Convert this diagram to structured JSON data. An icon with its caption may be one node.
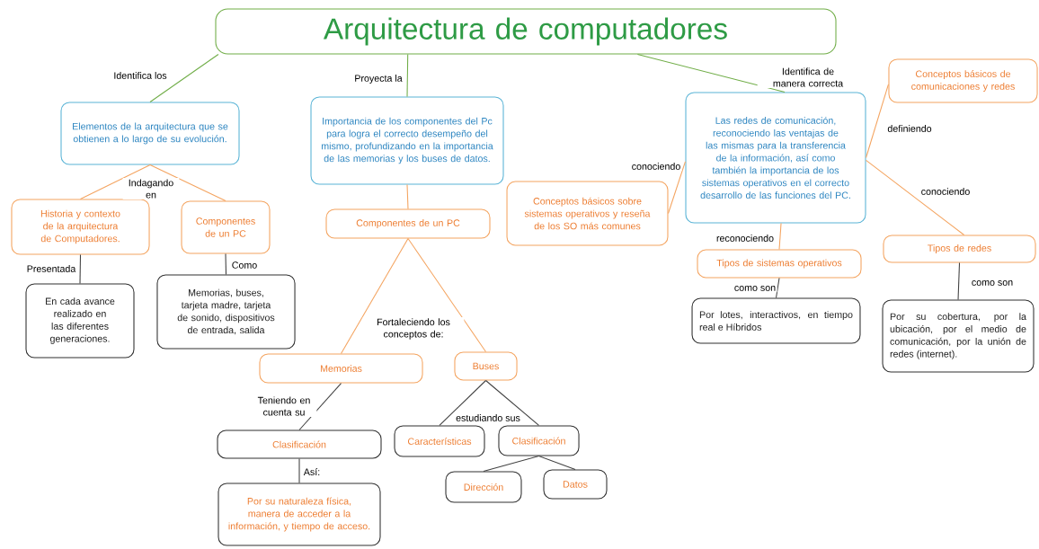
{
  "diagram": {
    "nodes": [
      {
        "text": [
          "Arquitectura de computadores"
        ]
      },
      {
        "text": [
          "Elementos de la arquitectura que se obtienen a lo largo de su evolución."
        ]
      },
      {
        "text": [
          "Importancia de los componentes del Pc para logra el correcto desempeño del mismo, profundizando en la importancia de las memorias y los buses de datos."
        ]
      },
      {
        "text": [
          "Las redes de comunicación, reconociendo las ventajas de las mismas para la transferencia de la información, así como también la importancia de los sistemas operativos en el correcto desarrollo de las funciones del PC."
        ]
      },
      {
        "text": [
          "Conceptos básicos de comunicaciones y redes"
        ]
      },
      {
        "text": [
          "Historia y contexto de la arquitectura de Computadores."
        ]
      },
      {
        "text": [
          "Componentes de un PC"
        ]
      },
      {
        "text": [
          "Componentes de un PC"
        ]
      },
      {
        "text": [
          "Conceptos básicos sobre sistemas operativos y reseña de los SO más comunes"
        ]
      },
      {
        "text": [
          "Tipos de sistemas operativos"
        ]
      },
      {
        "text": [
          "Tipos de redes"
        ]
      },
      {
        "text": [
          "En cada avance realizado en las diferentes generaciones."
        ]
      },
      {
        "text": [
          "Memorias, buses, tarjeta madre, tarjeta de sonido, dispositivos de entrada, salida"
        ]
      },
      {
        "text": [
          "Por lotes, interactivos, en tiempo real e Híbridos"
        ]
      },
      {
        "text": [
          "Por su cobertura, por la ubicación, por el medio de comunicación, por la unión de redes (internet)."
        ]
      },
      {
        "text": [
          "Memorias"
        ]
      },
      {
        "text": [
          "Buses"
        ]
      },
      {
        "text": [
          "Clasificación"
        ]
      },
      {
        "text": [
          "Características"
        ]
      },
      {
        "text": [
          "Clasificación"
        ]
      },
      {
        "text": [
          "Por su naturaleza física, manera de acceder a la información, y tiempo de acceso."
        ]
      },
      {
        "text": [
          "Dirección"
        ]
      },
      {
        "text": [
          "Datos"
        ]
      }
    ],
    "edges": [
      {
        "from": 0,
        "to": 1,
        "arrow": "none",
        "label": "Identifica los",
        "color": "#70ad47"
      },
      {
        "from": 0,
        "to": 2,
        "arrow": "none",
        "label": "Proyecta la",
        "color": "#70ad47"
      },
      {
        "from": 0,
        "to": 3,
        "arrow": "none",
        "label": "Identifica de manera correcta",
        "color": "#70ad47"
      },
      {
        "from": 1,
        "to": 5,
        "arrow": "none",
        "color": "#f4a460"
      },
      {
        "from": 1,
        "to": 6,
        "arrow": "none",
        "label": "Indagando en",
        "color": "#f4a460"
      },
      {
        "from": 2,
        "to": 7,
        "arrow": "none",
        "color": "#f4a460"
      },
      {
        "from": 3,
        "to": 4,
        "arrow": "none",
        "label": "definiendo",
        "color": "#f4a460"
      },
      {
        "from": 3,
        "to": 8,
        "arrow": "none",
        "label": "conociendo",
        "color": "#f4a460"
      },
      {
        "from": 3,
        "to": 9,
        "arrow": "none",
        "label": "reconociendo",
        "color": "#f4a460"
      },
      {
        "from": 3,
        "to": 10,
        "arrow": "none",
        "label": "conociendo",
        "color": "#f4a460"
      },
      {
        "from": 5,
        "to": 11,
        "arrow": "none",
        "label": "Presentada"
      },
      {
        "from": 6,
        "to": 12,
        "arrow": "none",
        "label": "Como"
      },
      {
        "from": 7,
        "to": 15,
        "arrow": "none",
        "label": "Fortaleciendo los conceptos de:",
        "color": "#f4a460"
      },
      {
        "from": 7,
        "to": 16,
        "arrow": "none",
        "color": "#f4a460"
      },
      {
        "from": 9,
        "to": 13,
        "arrow": "none",
        "label": "como son"
      },
      {
        "from": 10,
        "to": 14,
        "arrow": "none",
        "label": "como son"
      },
      {
        "from": 15,
        "to": 17,
        "arrow": "none",
        "label": "Teniendo en cuenta su"
      },
      {
        "from": 16,
        "to": 18,
        "arrow": "none",
        "label": "estudiando sus"
      },
      {
        "from": 16,
        "to": 19,
        "arrow": "none"
      },
      {
        "from": 17,
        "to": 20,
        "arrow": "none",
        "label": "Así:"
      },
      {
        "from": 19,
        "to": 21,
        "arrow": "none"
      },
      {
        "from": 19,
        "to": 22,
        "arrow": "none"
      }
    ]
  }
}
